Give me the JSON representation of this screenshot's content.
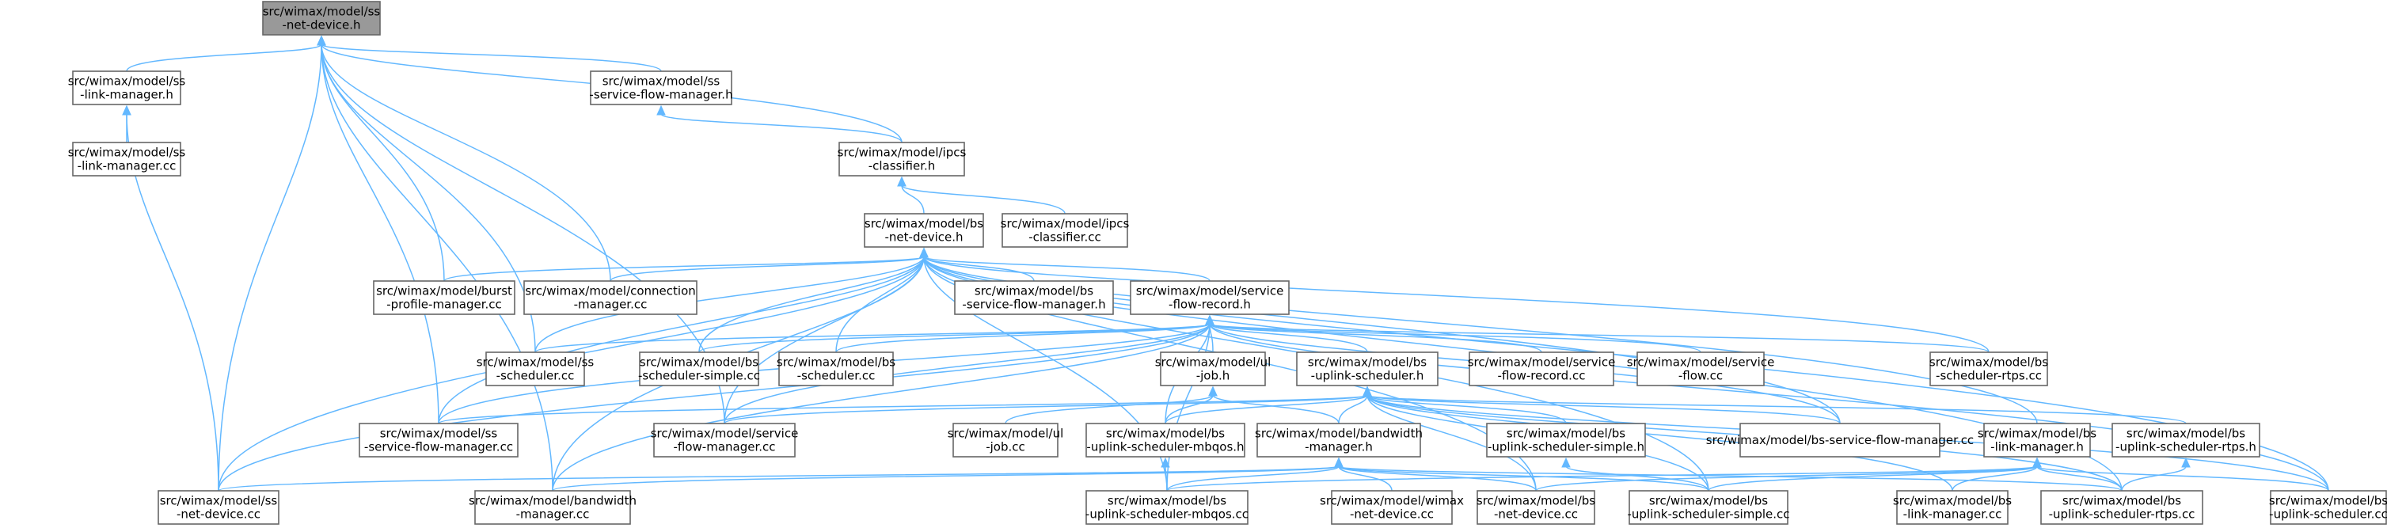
{
  "nodes": [
    {
      "id": "ss_net_h",
      "lines": [
        "src/wimax/model/ss",
        "-net-device.h"
      ],
      "focus": true
    },
    {
      "id": "ss_link_h",
      "lines": [
        "src/wimax/model/ss",
        "-link-manager.h"
      ]
    },
    {
      "id": "ss_link_cc",
      "lines": [
        "src/wimax/model/ss",
        "-link-manager.cc"
      ]
    },
    {
      "id": "ss_sfm_h",
      "lines": [
        "src/wimax/model/ss",
        "-service-flow-manager.h"
      ]
    },
    {
      "id": "ipcs_h",
      "lines": [
        "src/wimax/model/ipcs",
        "-classifier.h"
      ]
    },
    {
      "id": "ipcs_cc",
      "lines": [
        "src/wimax/model/ipcs",
        "-classifier.cc"
      ]
    },
    {
      "id": "bs_net_h",
      "lines": [
        "src/wimax/model/bs",
        "-net-device.h"
      ]
    },
    {
      "id": "burst_cc",
      "lines": [
        "src/wimax/model/burst",
        "-profile-manager.cc"
      ]
    },
    {
      "id": "conn_cc",
      "lines": [
        "src/wimax/model/connection",
        "-manager.cc"
      ]
    },
    {
      "id": "bs_sfm_h",
      "lines": [
        "src/wimax/model/bs",
        "-service-flow-manager.h"
      ]
    },
    {
      "id": "sfr_h",
      "lines": [
        "src/wimax/model/service",
        "-flow-record.h"
      ]
    },
    {
      "id": "ss_sched_cc",
      "lines": [
        "src/wimax/model/ss",
        "-scheduler.cc"
      ]
    },
    {
      "id": "bs_sched_simple_cc",
      "lines": [
        "src/wimax/model/bs",
        "-scheduler-simple.cc"
      ]
    },
    {
      "id": "bs_sched_cc",
      "lines": [
        "src/wimax/model/bs",
        "-scheduler.cc"
      ]
    },
    {
      "id": "ul_job_h",
      "lines": [
        "src/wimax/model/ul",
        "-job.h"
      ]
    },
    {
      "id": "bs_ul_sched_h",
      "lines": [
        "src/wimax/model/bs",
        "-uplink-scheduler.h"
      ]
    },
    {
      "id": "sfr_cc",
      "lines": [
        "src/wimax/model/service",
        "-flow-record.cc"
      ]
    },
    {
      "id": "sf_cc",
      "lines": [
        "src/wimax/model/service",
        "-flow.cc"
      ]
    },
    {
      "id": "bs_sched_rtps_cc",
      "lines": [
        "src/wimax/model/bs",
        "-scheduler-rtps.cc"
      ]
    },
    {
      "id": "ss_sfm_cc",
      "lines": [
        "src/wimax/model/ss",
        "-service-flow-manager.cc"
      ]
    },
    {
      "id": "sfm_cc",
      "lines": [
        "src/wimax/model/service",
        "-flow-manager.cc"
      ]
    },
    {
      "id": "ul_job_cc",
      "lines": [
        "src/wimax/model/ul",
        "-job.cc"
      ]
    },
    {
      "id": "bs_ul_mbqos_h",
      "lines": [
        "src/wimax/model/bs",
        "-uplink-scheduler-mbqos.h"
      ]
    },
    {
      "id": "bwm_h",
      "lines": [
        "src/wimax/model/bandwidth",
        "-manager.h"
      ]
    },
    {
      "id": "bs_ul_simple_h",
      "lines": [
        "src/wimax/model/bs",
        "-uplink-scheduler-simple.h"
      ]
    },
    {
      "id": "bs_sfm_cc",
      "lines": [
        "src/wimax/model/bs-service-flow-manager.cc"
      ]
    },
    {
      "id": "bs_link_h",
      "lines": [
        "src/wimax/model/bs",
        "-link-manager.h"
      ]
    },
    {
      "id": "bs_ul_rtps_h",
      "lines": [
        "src/wimax/model/bs",
        "-uplink-scheduler-rtps.h"
      ]
    },
    {
      "id": "ss_net_cc",
      "lines": [
        "src/wimax/model/ss",
        "-net-device.cc"
      ]
    },
    {
      "id": "bwm_cc",
      "lines": [
        "src/wimax/model/bandwidth",
        "-manager.cc"
      ]
    },
    {
      "id": "bs_ul_mbqos_cc",
      "lines": [
        "src/wimax/model/bs",
        "-uplink-scheduler-mbqos.cc"
      ]
    },
    {
      "id": "wimax_net_cc",
      "lines": [
        "src/wimax/model/wimax",
        "-net-device.cc"
      ]
    },
    {
      "id": "bs_net_cc",
      "lines": [
        "src/wimax/model/bs",
        "-net-device.cc"
      ]
    },
    {
      "id": "bs_ul_simple_cc",
      "lines": [
        "src/wimax/model/bs",
        "-uplink-scheduler-simple.cc"
      ]
    },
    {
      "id": "bs_link_cc",
      "lines": [
        "src/wimax/model/bs",
        "-link-manager.cc"
      ]
    },
    {
      "id": "bs_ul_rtps_cc",
      "lines": [
        "src/wimax/model/bs",
        "-uplink-scheduler-rtps.cc"
      ]
    },
    {
      "id": "bs_ul_sched_cc",
      "lines": [
        "src/wimax/model/bs",
        "-uplink-scheduler.cc"
      ]
    }
  ],
  "edges": [
    [
      "ss_net_h",
      "ss_link_h"
    ],
    [
      "ss_net_h",
      "ss_sfm_h"
    ],
    [
      "ss_net_h",
      "ipcs_h"
    ],
    [
      "ss_net_h",
      "burst_cc"
    ],
    [
      "ss_net_h",
      "conn_cc"
    ],
    [
      "ss_net_h",
      "ss_sched_cc"
    ],
    [
      "ss_net_h",
      "ss_sfm_cc"
    ],
    [
      "ss_net_h",
      "sfm_cc"
    ],
    [
      "ss_net_h",
      "bwm_cc"
    ],
    [
      "ss_net_h",
      "ss_net_cc"
    ],
    [
      "ss_link_h",
      "ss_link_cc"
    ],
    [
      "ss_link_h",
      "ss_net_cc"
    ],
    [
      "ss_sfm_h",
      "ipcs_h"
    ],
    [
      "ipcs_h",
      "ipcs_cc"
    ],
    [
      "ipcs_h",
      "bs_net_h"
    ],
    [
      "bs_net_h",
      "burst_cc"
    ],
    [
      "bs_net_h",
      "conn_cc"
    ],
    [
      "bs_net_h",
      "bs_sfm_h"
    ],
    [
      "bs_net_h",
      "sfr_h"
    ],
    [
      "bs_net_h",
      "ss_sched_cc"
    ],
    [
      "bs_net_h",
      "bs_sched_simple_cc"
    ],
    [
      "bs_net_h",
      "bs_sched_cc"
    ],
    [
      "bs_net_h",
      "bs_sched_rtps_cc"
    ],
    [
      "bs_net_h",
      "ss_sfm_cc"
    ],
    [
      "bs_net_h",
      "sfm_cc"
    ],
    [
      "bs_net_h",
      "bs_sfm_cc"
    ],
    [
      "bs_net_h",
      "bs_link_h"
    ],
    [
      "bs_net_h",
      "ss_net_cc"
    ],
    [
      "bs_net_h",
      "bwm_cc"
    ],
    [
      "bs_net_h",
      "bs_ul_mbqos_cc"
    ],
    [
      "bs_net_h",
      "bs_net_cc"
    ],
    [
      "bs_net_h",
      "bs_ul_simple_cc"
    ],
    [
      "bs_net_h",
      "bs_ul_rtps_cc"
    ],
    [
      "bs_net_h",
      "bs_ul_sched_cc"
    ],
    [
      "sfr_h",
      "ss_sched_cc"
    ],
    [
      "sfr_h",
      "bs_sched_simple_cc"
    ],
    [
      "sfr_h",
      "bs_sched_cc"
    ],
    [
      "sfr_h",
      "ul_job_h"
    ],
    [
      "sfr_h",
      "bs_ul_sched_h"
    ],
    [
      "sfr_h",
      "sfr_cc"
    ],
    [
      "sfr_h",
      "sf_cc"
    ],
    [
      "sfr_h",
      "bs_sched_rtps_cc"
    ],
    [
      "sfr_h",
      "ss_sfm_cc"
    ],
    [
      "sfr_h",
      "sfm_cc"
    ],
    [
      "sfr_h",
      "bs_sfm_cc"
    ],
    [
      "sfr_h",
      "bs_ul_mbqos_h"
    ],
    [
      "sfr_h",
      "ss_net_cc"
    ],
    [
      "sfr_h",
      "bwm_cc"
    ],
    [
      "sfr_h",
      "bs_ul_mbqos_cc"
    ],
    [
      "sfr_h",
      "bs_ul_sched_cc"
    ],
    [
      "ul_job_h",
      "ul_job_cc"
    ],
    [
      "ul_job_h",
      "bs_ul_mbqos_h"
    ],
    [
      "ul_job_h",
      "bwm_h"
    ],
    [
      "bs_ul_sched_h",
      "bwm_h"
    ],
    [
      "bs_ul_sched_h",
      "bs_ul_mbqos_h"
    ],
    [
      "bs_ul_sched_h",
      "bs_ul_simple_h"
    ],
    [
      "bs_ul_sched_h",
      "bs_ul_rtps_h"
    ],
    [
      "bs_ul_sched_h",
      "ss_sfm_cc"
    ],
    [
      "bs_ul_sched_h",
      "sfm_cc"
    ],
    [
      "bs_ul_sched_h",
      "bs_sfm_cc"
    ],
    [
      "bs_ul_sched_h",
      "bs_net_cc"
    ],
    [
      "bs_ul_sched_h",
      "bs_ul_simple_cc"
    ],
    [
      "bs_ul_sched_h",
      "bs_ul_rtps_cc"
    ],
    [
      "bs_ul_sched_h",
      "bs_ul_sched_cc"
    ],
    [
      "bs_ul_sched_h",
      "bs_link_cc"
    ],
    [
      "bs_ul_mbqos_h",
      "bs_ul_mbqos_cc"
    ],
    [
      "bwm_h",
      "ss_net_cc"
    ],
    [
      "bwm_h",
      "bwm_cc"
    ],
    [
      "bwm_h",
      "bs_ul_mbqos_cc"
    ],
    [
      "bwm_h",
      "wimax_net_cc"
    ],
    [
      "bwm_h",
      "bs_net_cc"
    ],
    [
      "bwm_h",
      "bs_ul_simple_cc"
    ],
    [
      "bwm_h",
      "bs_ul_rtps_cc"
    ],
    [
      "bs_ul_simple_h",
      "bs_ul_simple_cc"
    ],
    [
      "bs_ul_rtps_h",
      "bs_ul_rtps_cc"
    ],
    [
      "bs_link_h",
      "bs_ul_mbqos_cc"
    ],
    [
      "bs_link_h",
      "bs_net_cc"
    ],
    [
      "bs_link_h",
      "bs_ul_simple_cc"
    ],
    [
      "bs_link_h",
      "bs_link_cc"
    ],
    [
      "bs_link_h",
      "bs_ul_rtps_cc"
    ],
    [
      "bs_link_h",
      "bs_ul_sched_cc"
    ]
  ]
}
